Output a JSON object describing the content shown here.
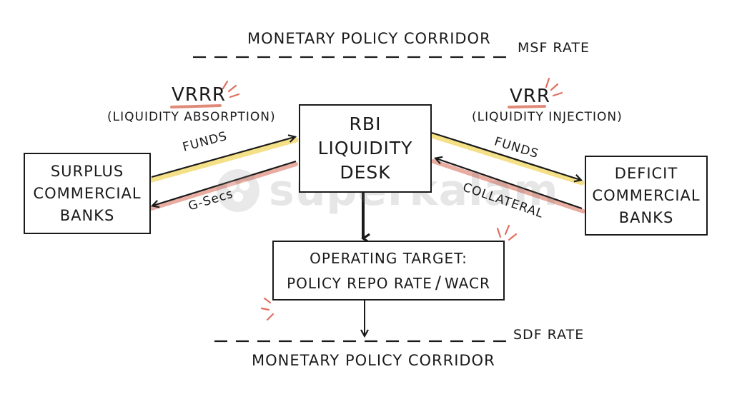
{
  "corridor": {
    "top_label": "MONETARY POLICY CORRIDOR",
    "top_rate": "MSF RATE",
    "bottom_label": "MONETARY POLICY CORRIDOR",
    "bottom_rate": "SDF RATE"
  },
  "left_tool": {
    "name": "VRRR",
    "desc": "(LIQUIDITY ABSORPTION)"
  },
  "right_tool": {
    "name": "VRR",
    "desc": "(LIQUIDITY INJECTION)"
  },
  "center": {
    "line1": "RBI",
    "line2": "LIQUIDITY",
    "line3": "DESK"
  },
  "surplus": {
    "line1": "SURPLUS",
    "line2": "COMMERCIAL",
    "line3": "BANKS"
  },
  "deficit": {
    "line1": "DEFICIT",
    "line2": "COMMERCIAL",
    "line3": "BANKS"
  },
  "flows": {
    "left_top": "FUNDS",
    "left_bottom": "G-Secs",
    "right_top": "FUNDS",
    "right_bottom": "COLLATERAL"
  },
  "target": {
    "line1": "OPERATING TARGET:",
    "rate": "POLICY REPO RATE",
    "sep": "/",
    "alt": "WACR"
  },
  "watermark": "superkalam",
  "colors": {
    "yellow": "#f2d96a",
    "red": "#e08a7a",
    "ink": "#1a1a1a"
  }
}
